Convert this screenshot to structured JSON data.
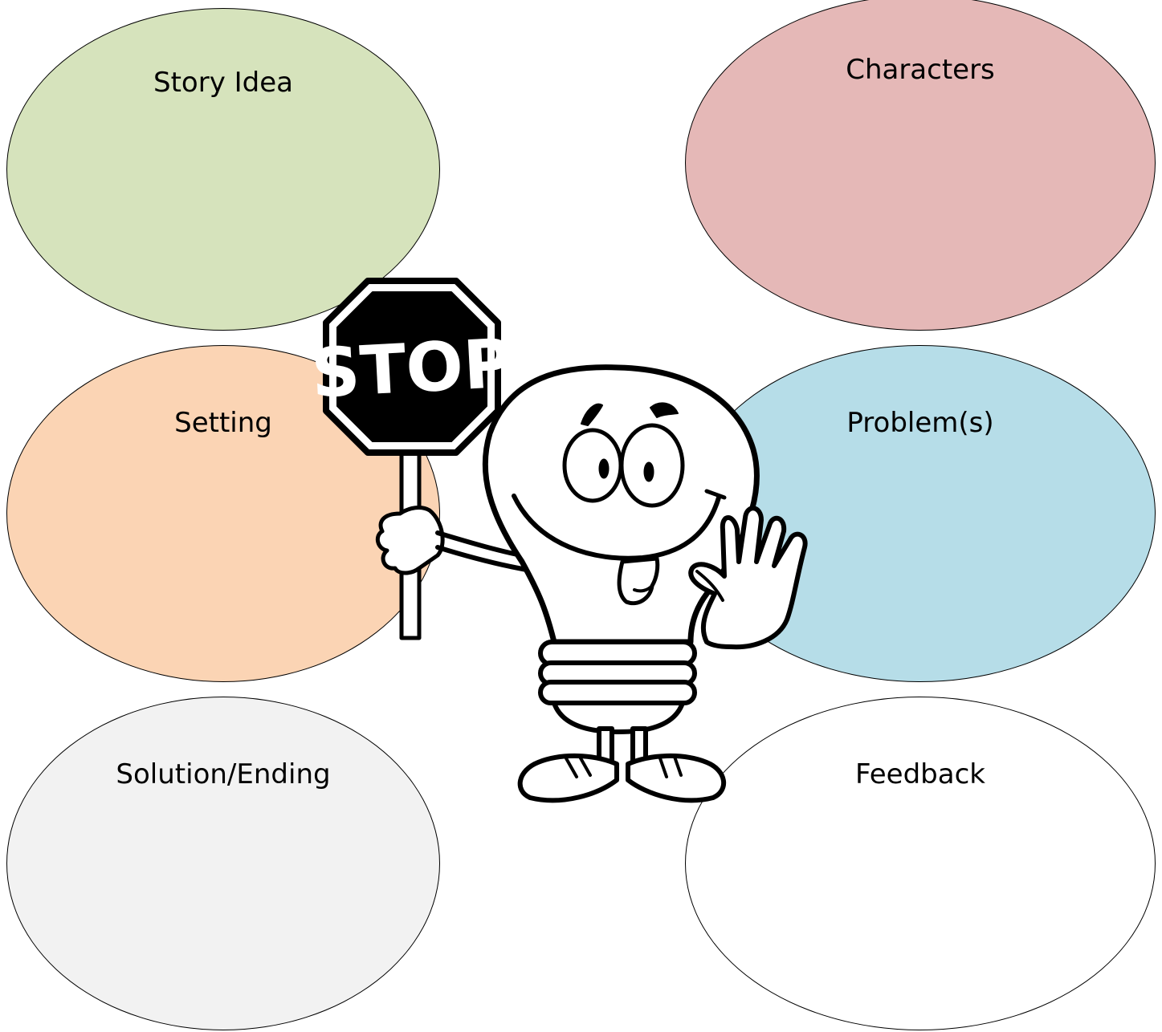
{
  "ovals": [
    {
      "id": "story-idea",
      "label": "Story Idea",
      "color": "#d6e3bc"
    },
    {
      "id": "characters",
      "label": "Characters",
      "color": "#e5b8b7"
    },
    {
      "id": "setting",
      "label": "Setting",
      "color": "#fbd4b4"
    },
    {
      "id": "problems",
      "label": "Problem(s)",
      "color": "#b6dde8"
    },
    {
      "id": "solution-ending",
      "label": "Solution/Ending",
      "color": "#f2f2f2"
    },
    {
      "id": "feedback",
      "label": "Feedback",
      "color": "#ffffff"
    }
  ],
  "stop_sign": {
    "text": "STOP"
  },
  "illustration": {
    "icon": "lightbulb-character-icon"
  }
}
